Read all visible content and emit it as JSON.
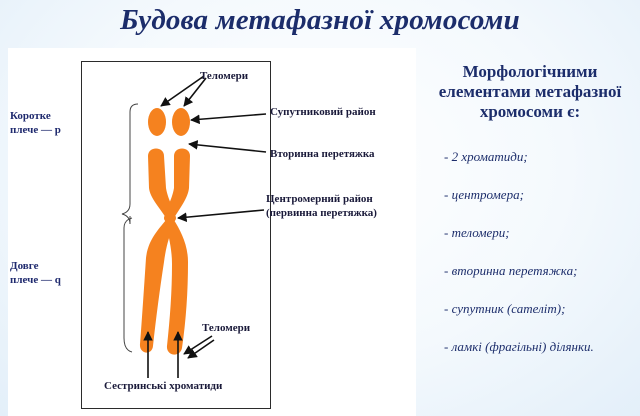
{
  "title": "Будова метафазної хромосоми",
  "diagram": {
    "labels": {
      "telomeres_top": "Теломери",
      "satellite_region": "Супутниковий район",
      "secondary_constriction": "Вторинна перетяжка",
      "centromere_region_line1": "Центромерний район",
      "centromere_region_line2": "(первинна перетяжка)",
      "short_arm_line1": "Коротке",
      "short_arm_line2": "плече — p",
      "long_arm_line1": "Довге",
      "long_arm_line2": "плече — q",
      "telomeres_bottom": "Теломери",
      "sister_chromatids": "Сестринські хроматиди"
    },
    "colors": {
      "chromosome": "#f5821f",
      "arrow": "#111111",
      "bracket": "#444444"
    }
  },
  "side_panel": {
    "heading_line1": "Морфологічними",
    "heading_line2": "елементами метафазної",
    "heading_line3": "хромосоми є:",
    "items": [
      "- 2 хроматиди;",
      "- центромера;",
      "- теломери;",
      "- вторинна перетяжка;",
      "- супутник (сателіт);",
      "- ламкі (фрагільні) ділянки."
    ]
  }
}
